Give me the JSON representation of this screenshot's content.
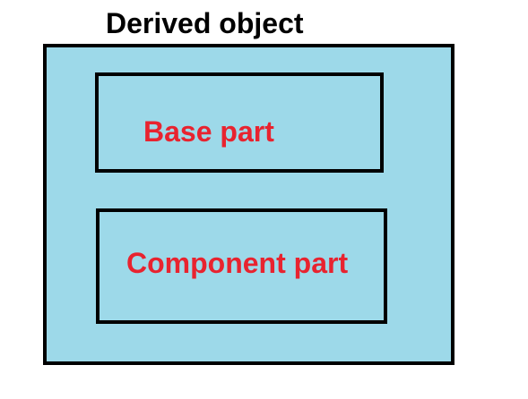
{
  "diagram": {
    "title": "Derived object",
    "parts": [
      {
        "label": "Base part"
      },
      {
        "label": "Component part"
      }
    ]
  },
  "colors": {
    "box_fill": "#9dd9e9",
    "border": "#000000",
    "label_text": "#e8232f",
    "title_text": "#000000"
  }
}
